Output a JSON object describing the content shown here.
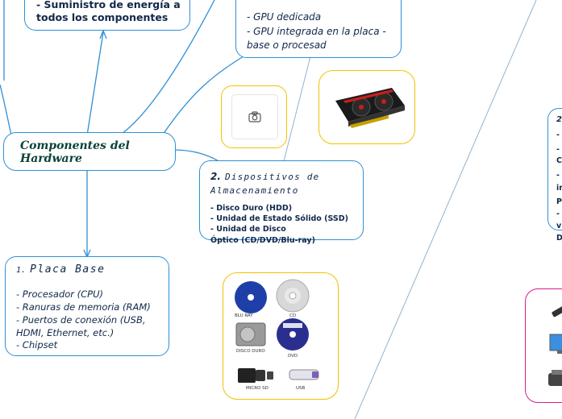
{
  "center": {
    "title": "Componentes del Hardware"
  },
  "power_node": {
    "text": "- Suministro de energía a todos los componentes"
  },
  "gpu_node": {
    "items": [
      "- GPU dedicada",
      "- GPU integrada en la placa - base o procesad"
    ]
  },
  "storage_node": {
    "number": "2.",
    "title": "Dispositivos de Almacenamiento",
    "items": [
      "- Disco Duro (HDD)",
      "- Unidad de Estado Sólido (SSD)",
      "- Unidad de Disco Óptico (CD/DVD/Blu-ray)"
    ]
  },
  "board_node": {
    "number": "1.",
    "title": "Placa Base",
    "items": [
      "- Procesador (CPU)",
      "- Ranuras de memoria (RAM)",
      "- Puertos de conexión (USB, HDMI, Ethernet, etc.)",
      "- Chipset"
    ]
  },
  "right_node_fragments": [
    "2",
    "-",
    "-",
    "C",
    "-",
    "in",
    "P",
    "-",
    "v",
    "D"
  ],
  "storage_image_labels": {
    "bluray": "BLU RAY",
    "cd": "CD",
    "hdd": "DISCO DURO",
    "dvd": "DVD",
    "microsd": "MICRO SD",
    "usb": "USB"
  },
  "colors": {
    "node_border": "#2f8fd6",
    "image_border": "#f2c200",
    "pink_border": "#d81b8c",
    "text": "#10284a"
  },
  "icons": [
    "camera-icon"
  ]
}
